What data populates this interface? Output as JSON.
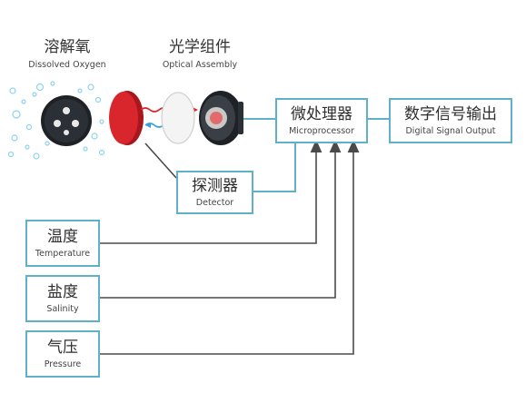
{
  "labels": {
    "dissolved_oxygen": {
      "zh": "溶解氧",
      "en": "Dissolved Oxygen"
    },
    "optical_assembly": {
      "zh": "光学组件",
      "en": "Optical Assembly"
    },
    "microprocessor": {
      "zh": "微处理器",
      "en": "Microprocessor"
    },
    "digital_output": {
      "zh": "数字信号输出",
      "en": "Digital Signal Output"
    },
    "detector": {
      "zh": "探测器",
      "en": "Detector"
    },
    "temperature": {
      "zh": "温度",
      "en": "Temperature"
    },
    "salinity": {
      "zh": "盐度",
      "en": "Salinity"
    },
    "pressure": {
      "zh": "气压",
      "en": "Pressure"
    }
  },
  "colors": {
    "box_border": "#5fb1c9",
    "line": "#4a4a4a",
    "red_light": "#d9262c",
    "blue_light": "#3aa0d8",
    "bubbles": "#8fd3ea"
  }
}
